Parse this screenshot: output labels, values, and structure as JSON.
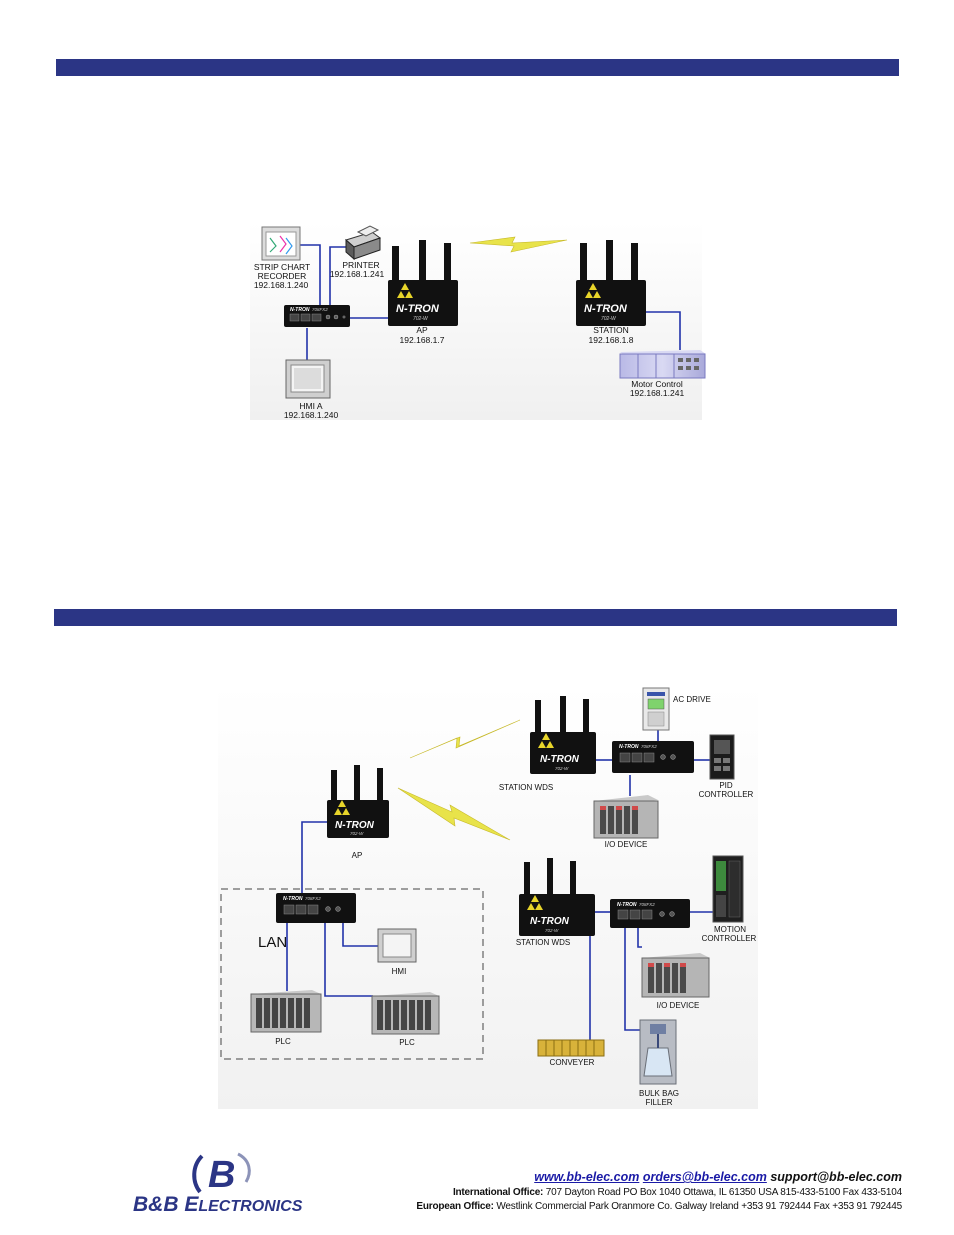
{
  "top_diagram": {
    "strip_chart": {
      "name_line1": "STRIP CHART",
      "name_line2": "RECORDER",
      "ip": "192.168.1.240"
    },
    "printer": {
      "name": "PRINTER",
      "ip": "192.168.1.241"
    },
    "ap": {
      "name": "AP",
      "ip": "192.168.1.7"
    },
    "station": {
      "name": "STATION",
      "ip": "192.168.1.8"
    },
    "hmi": {
      "name": "HMI A",
      "ip": "192.168.1.240"
    },
    "motor_control": {
      "name": "Motor Control",
      "ip": "192.168.1.241"
    },
    "brand": "N-TRON",
    "model_wireless": "702-W",
    "model_switch": "708FX2"
  },
  "bottom_diagram": {
    "ac_drive": "AC DRIVE",
    "station_wds_1": "STATION WDS",
    "pid_line1": "PID",
    "pid_line2": "CONTROLLER",
    "io_device_1": "I/O DEVICE",
    "ap": "AP",
    "lan": "LAN",
    "hmi": "HMI",
    "plc_1": "PLC",
    "plc_2": "PLC",
    "station_wds_2": "STATION WDS",
    "motion_line1": "MOTION",
    "motion_line2": "CONTROLLER",
    "io_device_2": "I/O DEVICE",
    "conveyer": "CONVEYER",
    "bulk_line1": "BULK BAG",
    "bulk_line2": "FILLER",
    "brand": "N-TRON",
    "model_wireless": "702-W",
    "model_switch": "708FX2"
  },
  "footer": {
    "logo_letter": "B",
    "logo_word1": "B&B",
    "logo_word2_cap": "E",
    "logo_word2_rest": "LECTRONICS",
    "website": "www.bb-elec.com",
    "orders_email": "orders@bb-elec.com",
    "support_email": "support@bb-elec.com",
    "intl_label": "International Office:",
    "intl_address": "707 Dayton Road PO Box 1040 Ottawa, IL 61350 USA 815-433-5100 Fax 433-5104",
    "euro_label": "European Office:",
    "euro_address": "Westlink Commercial Park Oranmore Co. Galway Ireland +353 91 792444 Fax +353 91 792445"
  },
  "colors": {
    "header_bar": "#2b3585",
    "link_line": "#2233aa",
    "wireless_bolt": "#e8e34a",
    "logo": "#2b3585"
  }
}
